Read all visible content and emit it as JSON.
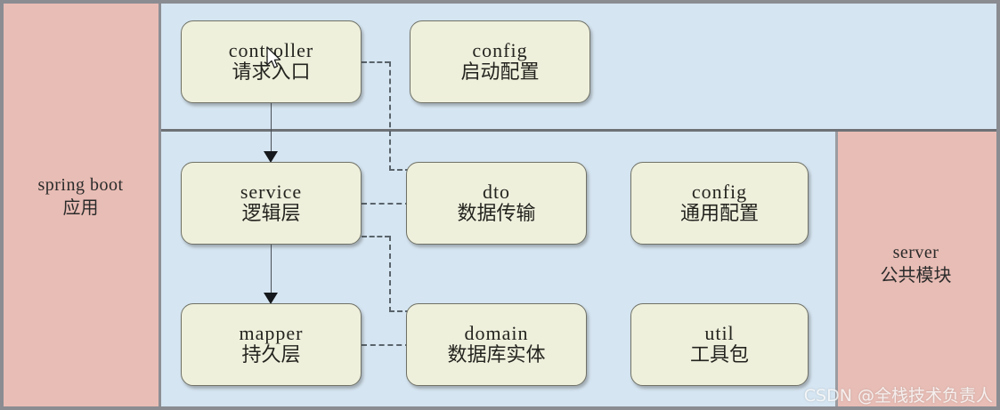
{
  "diagram": {
    "left_panel": {
      "en": "spring boot",
      "cn": "应用"
    },
    "right_panel": {
      "en": "server",
      "cn": "公共模块"
    },
    "nodes": [
      {
        "id": "controller",
        "en": "controller",
        "cn": "请求入口"
      },
      {
        "id": "config-boot",
        "en": "config",
        "cn": "启动配置"
      },
      {
        "id": "service",
        "en": "service",
        "cn": "逻辑层"
      },
      {
        "id": "dto",
        "en": "dto",
        "cn": "数据传输"
      },
      {
        "id": "config-common",
        "en": "config",
        "cn": "通用配置"
      },
      {
        "id": "mapper",
        "en": "mapper",
        "cn": "持久层"
      },
      {
        "id": "domain",
        "en": "domain",
        "cn": "数据库实体"
      },
      {
        "id": "util",
        "en": "util",
        "cn": "工具包"
      }
    ],
    "watermark": "CSDN @全栈技术负责人",
    "colors": {
      "panel_pink": "#e8bdb5",
      "panel_blue": "#d5e5f1",
      "node_fill": "#eff0dc",
      "node_border": "#6f7166",
      "frame": "#8a8c92",
      "arrow": "#15181c",
      "dashed": "#59636b"
    }
  }
}
